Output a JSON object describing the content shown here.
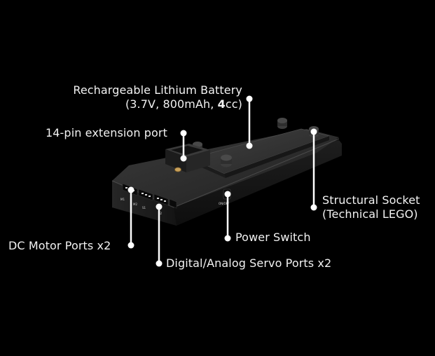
{
  "colors": {
    "background": "#000000",
    "leader": "#ffffff",
    "device_top": "#2b2b2b",
    "device_front": "#161616",
    "accent": "#c9a15a"
  },
  "labels": {
    "battery_line1": "Rechargeable Lithium Battery",
    "battery_line2_prefix": "(3.7V, 800mAh, ",
    "battery_line2_bold": "4",
    "battery_line2_suffix": "cc)",
    "extension_port": "14-pin extension port",
    "structural_socket_line1": "Structural Socket",
    "structural_socket_line2": "(Technical LEGO)",
    "power_switch": "Power Switch",
    "dc_motor_ports": "DC Motor Ports x2",
    "servo_ports": "Digital/Analog Servo Ports x2"
  },
  "device_markings": {
    "m1": "M1",
    "m2": "M2",
    "s1": "S1",
    "s2": "S2",
    "on_off": "ON/OFF"
  }
}
